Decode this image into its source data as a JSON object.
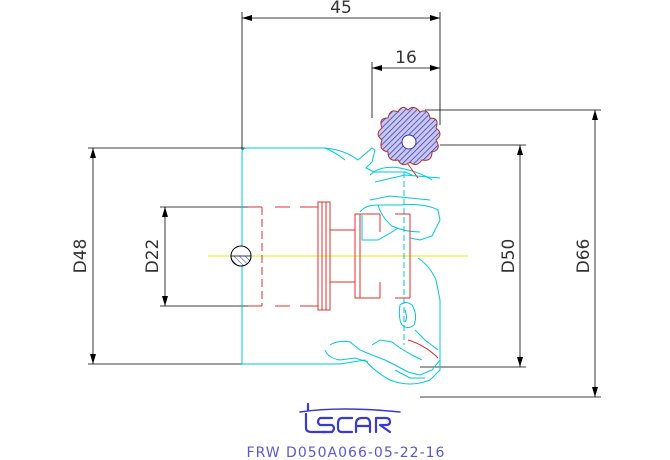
{
  "dimensions": {
    "overall_length": "45",
    "insert_offset": "16",
    "diameter_d48": "D48",
    "diameter_d22": "D22",
    "diameter_d50": "D50",
    "diameter_d66": "D66"
  },
  "brand": {
    "logo": "iscar"
  },
  "part_number": "FRW  D050A066-05-22-16",
  "colors": {
    "dimension_lines": "#000000",
    "tool_body": "#00c8e0",
    "bore_outline": "#e03030",
    "insert_hatch": "#3030b0",
    "centerline": "#e8e800",
    "logo": "#3a3ad0"
  }
}
